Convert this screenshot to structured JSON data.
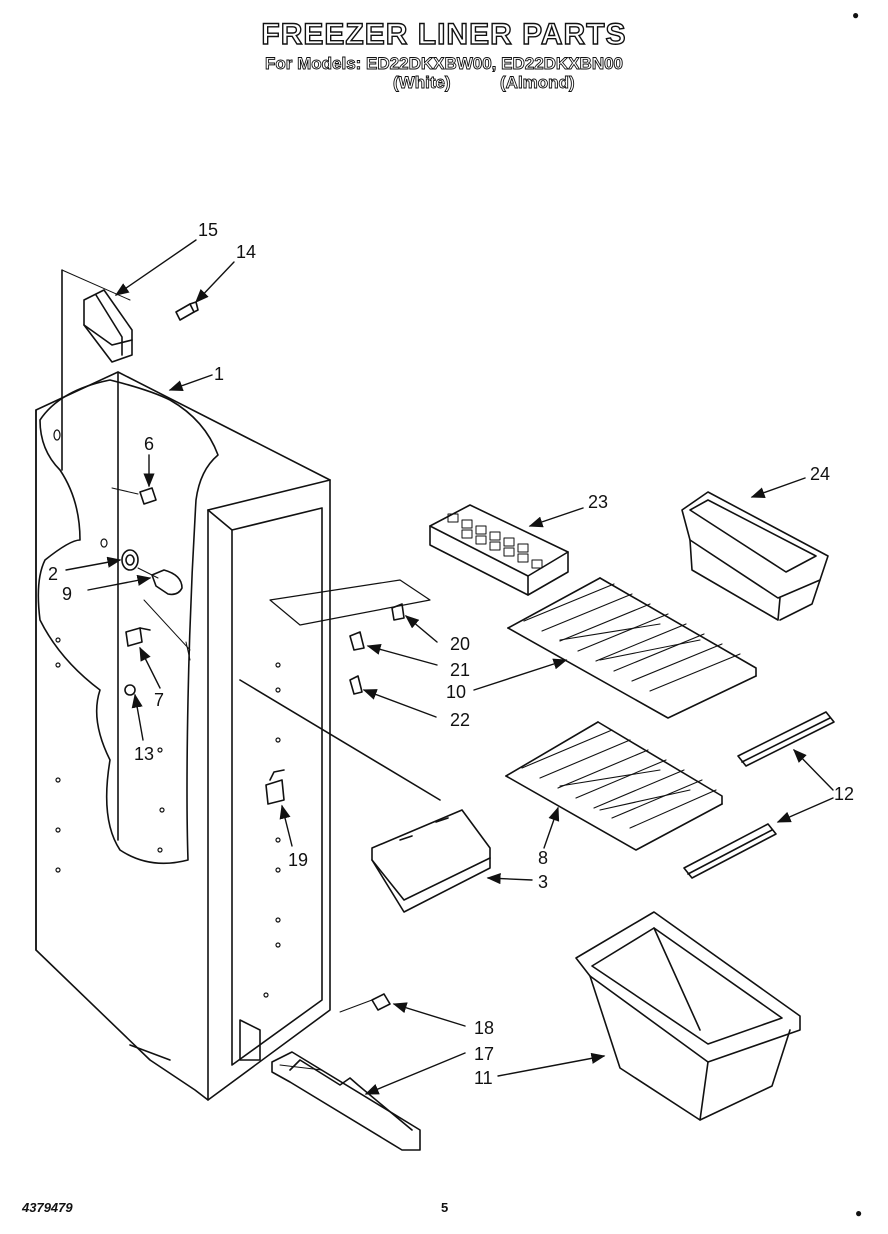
{
  "header": {
    "title": "FREEZER LINER PARTS",
    "models_line": "For Models: ED22DKXBW00, ED22DKXBN00",
    "color_white": "(White)",
    "color_almond": "(Almond)"
  },
  "callouts": {
    "c1": "1",
    "c2": "2",
    "c3": "3",
    "c6": "6",
    "c7": "7",
    "c8": "8",
    "c9": "9",
    "c10": "10",
    "c11": "11",
    "c12": "12",
    "c13": "13",
    "c14": "14",
    "c15": "15",
    "c17": "17",
    "c18": "18",
    "c19": "19",
    "c20": "20",
    "c21": "21",
    "c22": "22",
    "c23": "23",
    "c24": "24"
  },
  "footer": {
    "doc_number": "4379479",
    "page_number": "5"
  }
}
